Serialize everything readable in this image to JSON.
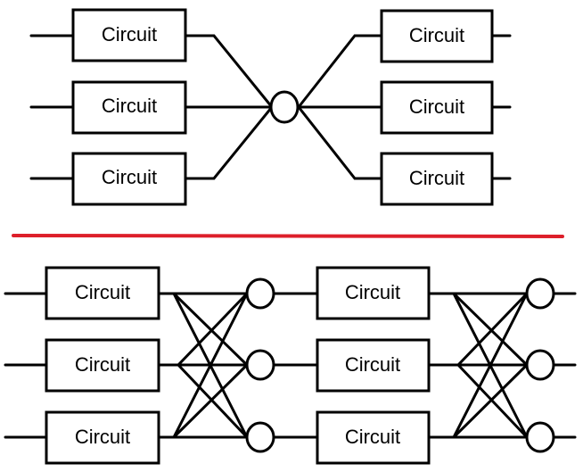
{
  "diagram": {
    "top": {
      "left_circuits": [
        "Circuit",
        "Circuit",
        "Circuit"
      ],
      "right_circuits": [
        "Circuit",
        "Circuit",
        "Circuit"
      ]
    },
    "bottom": {
      "stage1_circuits": [
        "Circuit",
        "Circuit",
        "Circuit"
      ],
      "stage2_circuits": [
        "Circuit",
        "Circuit",
        "Circuit"
      ]
    },
    "colors": {
      "divider": "#dd1f2a",
      "stroke": "#000000"
    }
  }
}
